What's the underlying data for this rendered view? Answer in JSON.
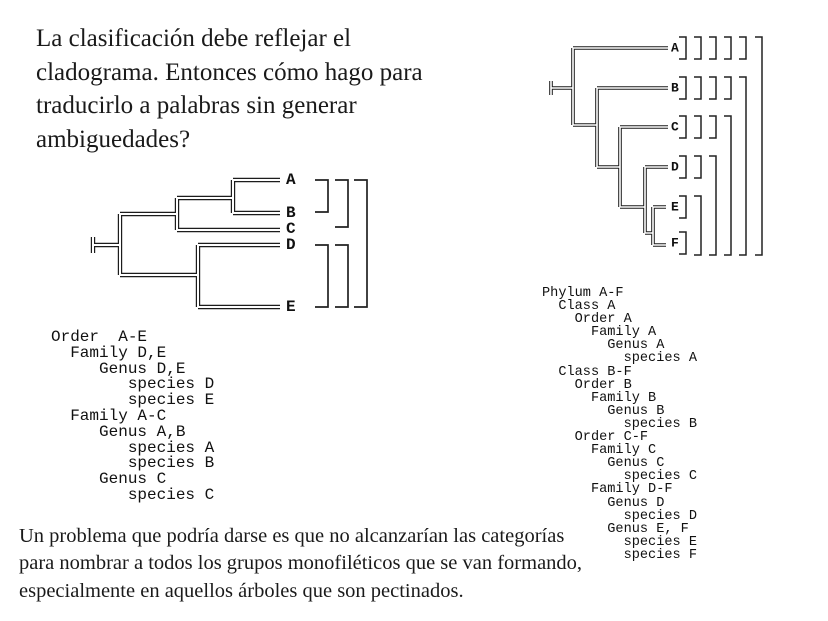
{
  "colors": {
    "background": "#ffffff",
    "ink": "#1a1a1a",
    "figure_ink": "#1c1c1c"
  },
  "intro_paragraph": {
    "lines": [
      "La clasificación debe reflejar el",
      "cladograma. Entonces cómo hago para",
      "traducirlo a palabras sin generar",
      "ambiguedades?"
    ]
  },
  "left_figure": {
    "taxa": [
      "A",
      "B",
      "C",
      "D",
      "E"
    ],
    "topology": "(((A,B),C),(D,E))",
    "brackets": [
      "A-B",
      "D-E",
      "A-C",
      "D-E",
      "A-E"
    ]
  },
  "left_classification": {
    "lines": [
      "Order  A-E",
      "  Family D,E",
      "     Genus D,E",
      "        species D",
      "        species E",
      "  Family A-C",
      "     Genus A,B",
      "        species A",
      "        species B",
      "     Genus C",
      "        species C"
    ]
  },
  "right_figure": {
    "taxa": [
      "A",
      "B",
      "C",
      "D",
      "E",
      "F"
    ],
    "topology": "(A,(B,(C,(D,(E,F)))))",
    "brackets": [
      "A",
      "B",
      "C",
      "D",
      "E",
      "F",
      "E-F",
      "D-F",
      "C-F",
      "B-F",
      "A-F"
    ]
  },
  "right_classification": {
    "lines": [
      "Phylum A-F",
      "  Class A",
      "    Order A",
      "      Family A",
      "        Genus A",
      "          species A",
      "  Class B-F",
      "    Order B",
      "      Family B",
      "        Genus B",
      "          species B",
      "    Order C-F",
      "      Family C",
      "        Genus C",
      "          species C",
      "      Family D-F",
      "        Genus D",
      "          species D",
      "        Genus E, F",
      "          species E",
      "          species F"
    ]
  },
  "bottom_paragraph": {
    "lines": [
      "Un problema que podría darse es que no alcanzarían las categorías",
      "para nombrar a todos los grupos monofiléticos que se van formando,",
      "especialmente en aquellos árboles que son pectinados."
    ]
  }
}
